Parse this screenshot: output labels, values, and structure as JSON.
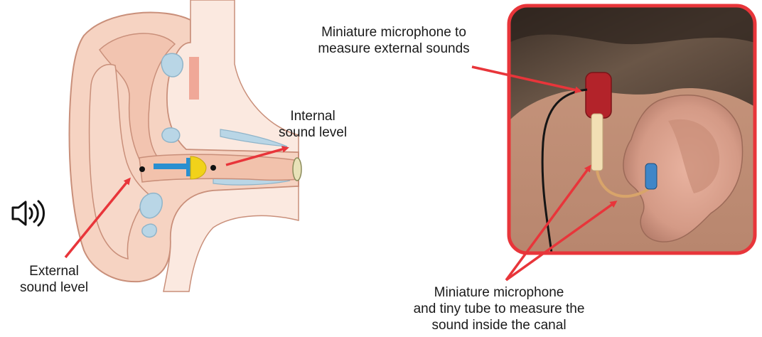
{
  "labels": {
    "internal_sound_level": [
      "Internal",
      "sound level"
    ],
    "external_sound_level": [
      "External",
      "sound level"
    ],
    "external_microphone": [
      "Miniature microphone to",
      "measure external sounds"
    ],
    "canal_microphone": [
      "Miniature microphone",
      "and tiny tube to measure the",
      "sound inside the canal"
    ]
  },
  "icons": {
    "speaker": "speaker-icon"
  },
  "colors": {
    "arrow": "#e8353a",
    "ear_skin": "#f4cdb8",
    "ear_outline": "#c98f7a",
    "bone": "#b9d6e6",
    "earplug_blue": "#2a8fd0",
    "earplug_yellow": "#f1d21a",
    "photo_frame": "#e8353a"
  }
}
